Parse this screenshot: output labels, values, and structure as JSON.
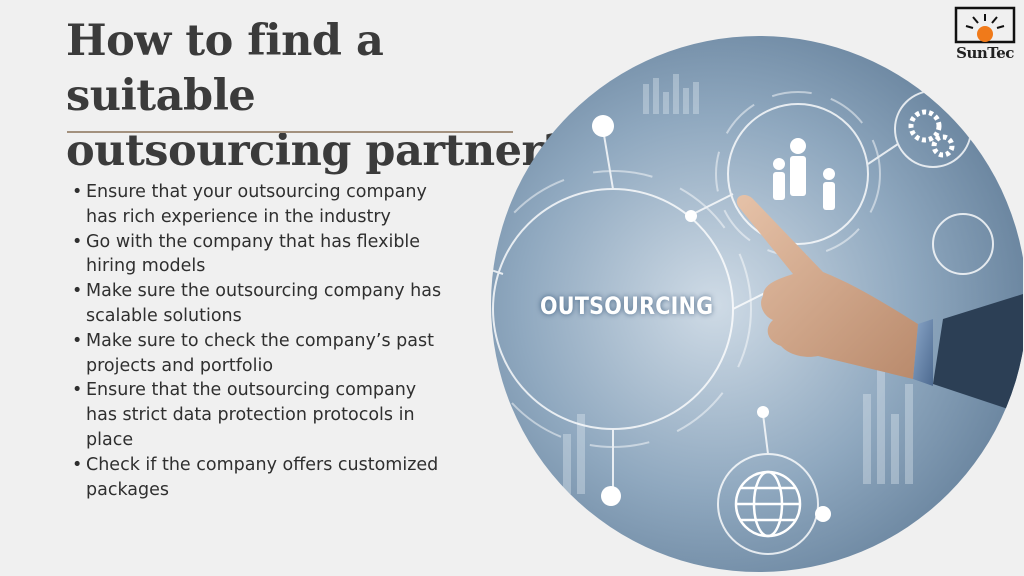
{
  "slide": {
    "title_line1": "How to find a suitable",
    "title_line2": "outsourcing partner?",
    "bullets": [
      "Ensure that your outsourcing company has rich experience in the industry",
      "Go with the company that has flexible hiring models",
      "Make sure the outsourcing company has scalable solutions",
      "Make sure to check the company’s past projects and portfolio",
      "Ensure that the outsourcing company has strict data protection protocols in place",
      "Check if the company offers customized packages"
    ]
  },
  "logo": {
    "text": "SunTec",
    "accent_color": "#f07a1a"
  },
  "hero_image": {
    "label": "OUTSOURCING",
    "icons": [
      "people-icon",
      "gear-icon",
      "globe-icon",
      "hand-pointer"
    ]
  },
  "colors": {
    "background": "#f0f0f0",
    "title": "#3b3b3b",
    "rule": "#a3917e",
    "text": "#2f2f2f"
  }
}
